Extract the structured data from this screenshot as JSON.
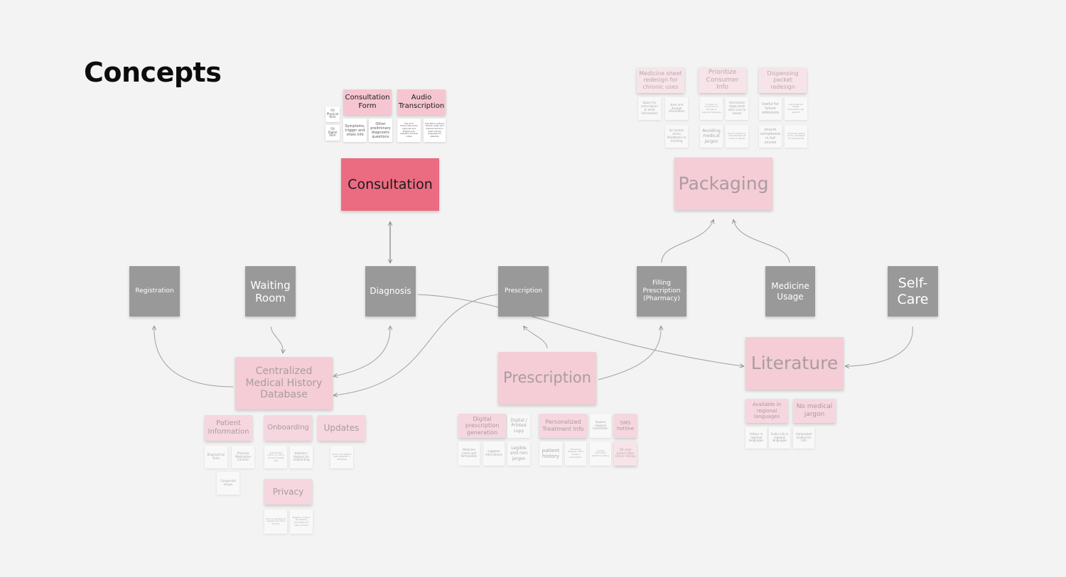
{
  "page": {
    "title": "Concepts"
  },
  "nodes": {
    "consultation": "Consultation",
    "consultation_form": "Consultation Form",
    "audio_transcription": "Audio Transcription",
    "fill_physical": "Fill Physical form",
    "fill_digital": "Fill Digital form",
    "symptoms": "Symptoms, trigger and vitals info",
    "other_diagnostic": "Other preliminary diagnostic questions",
    "audio_note_1": "Use AI to transcribe audio regional and English into relevant medical notes",
    "audio_note_2": "Use NIL to extract dialect notes and medical terms in intercultural language for patients",
    "packaging": "Packaging",
    "medicine_sheet": "Medicine sheet redesign for chronic uses",
    "prioritize_consumer": "Prioritize Consumer Info",
    "dispensing_packet": "Dispensing packet redesign",
    "pk_space": "Space for prescription to write information",
    "pk_dose": "dose and dosage information",
    "pk_human_errors": "for human errors (feedback) or tracking",
    "pk_regional_language": "In place of consumer for storage in regional language",
    "pk_information": "information stage wash with cues to sheets",
    "pk_avoid_jargon": "Avoiding medical jargon",
    "pk_less_visual": "Use of visuals for cultural/regional users to sheets",
    "pk_useful_reference": "Useful for future reference",
    "pk_personalised": "personalized design information per patient",
    "pk_ensure_compliance": "ensure compliance in full course",
    "pk_template": "template based on for consistent for pharmacies",
    "registration": "Registration",
    "waiting_room": "Waiting Room",
    "diagnosis": "Diagnosis",
    "prescription_gray": "Prescription",
    "filling_prescription": "Filling Prescription (Pharmacy)",
    "medicine_usage": "Medicine Usage",
    "self_care": "Self-Care",
    "centralized_db": "Centralized Medical History Database",
    "prescription_pink": "Prescription",
    "literature": "Literature",
    "patient_info": "Patient Information",
    "onboarding": "Onboarding",
    "updates": "Updates",
    "privacy": "Privacy",
    "db_biographical": "Biographical Data",
    "db_previous_meds": "Previous Medication Courses",
    "db_congenital": "Congenital Issues",
    "db_onboarding_online": "Onboarding online, or call or during hospital visit",
    "db_helper": "Helpline / Helpers for onboarding",
    "db_updates": "Each consultation gets updated in database",
    "db_privacy_only": "Only accessible by hospital and their doctors",
    "db_privacy_consent": "Require consent for sharing information to other doctors",
    "digital_prescription": "Digital prescription generation",
    "digital_printed": "Digital / Printed copy",
    "personalized_treatment": "Personalized Treatment Info",
    "sms_hotline": "SMS hotline",
    "rx_medicine_name": "Medicine name and formulation",
    "rx_suggests": "suggests alternatives",
    "rx_legible": "Legible and non jargon",
    "rx_patient_history": "patient history",
    "rx_interaction": "Interaction between other drugs in prescription",
    "rx_current_meds": "current medication patient is taking",
    "rx_spoken": "Spoken regional translation",
    "rx_qr_code": "QR code based video library linking",
    "lit_regional": "Available in regional languages",
    "lit_no_jargon": "No medical jargon",
    "lit_videos": "Videos in regional languages",
    "lit_audio": "Audio info in regional languages",
    "lit_automated": "Automated studios for info"
  },
  "colors": {
    "background": "#f3f3f3",
    "gray_node": "#999999",
    "consultation_accent": "#eb6b80",
    "pink_light": "#f5c6d1",
    "connector": "#8c8c8c"
  }
}
